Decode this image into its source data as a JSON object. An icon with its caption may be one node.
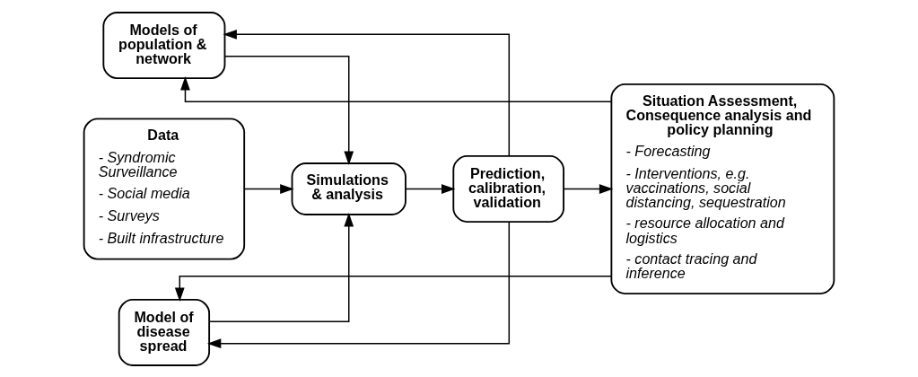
{
  "diagram": {
    "nodes": [
      {
        "text": [
          "Data",
          "- Syndromic Surveillance",
          "- Social media",
          "- Surveys",
          "- Built infrastructure"
        ]
      },
      {
        "text": [
          "Models of population & network"
        ]
      },
      {
        "text": [
          "Model of disease spread"
        ]
      },
      {
        "text": [
          "Simulations & analysis"
        ]
      },
      {
        "text": [
          "Prediction, calibration, validation"
        ]
      },
      {
        "text": [
          "Situation Assessment, Consequence analysis and policy planning",
          "- Forecasting",
          "- Interventions, e.g. vaccinations, social distancing, sequestration",
          "- resource allocation and logistics",
          "- contact tracing and inference"
        ]
      }
    ],
    "edges": [
      {
        "from": 1,
        "to": 3,
        "arrow": "to"
      },
      {
        "from": 0,
        "to": 3,
        "arrow": "to"
      },
      {
        "from": 2,
        "to": 3,
        "arrow": "to"
      },
      {
        "from": 3,
        "to": 4,
        "arrow": "to"
      },
      {
        "from": 4,
        "to": 5,
        "arrow": "to"
      },
      {
        "from": 5,
        "to": 1,
        "arrow": "to"
      },
      {
        "from": 4,
        "to": 1,
        "arrow": "to"
      },
      {
        "from": 5,
        "to": 2,
        "arrow": "to"
      },
      {
        "from": 4,
        "to": 2,
        "arrow": "to"
      }
    ]
  }
}
